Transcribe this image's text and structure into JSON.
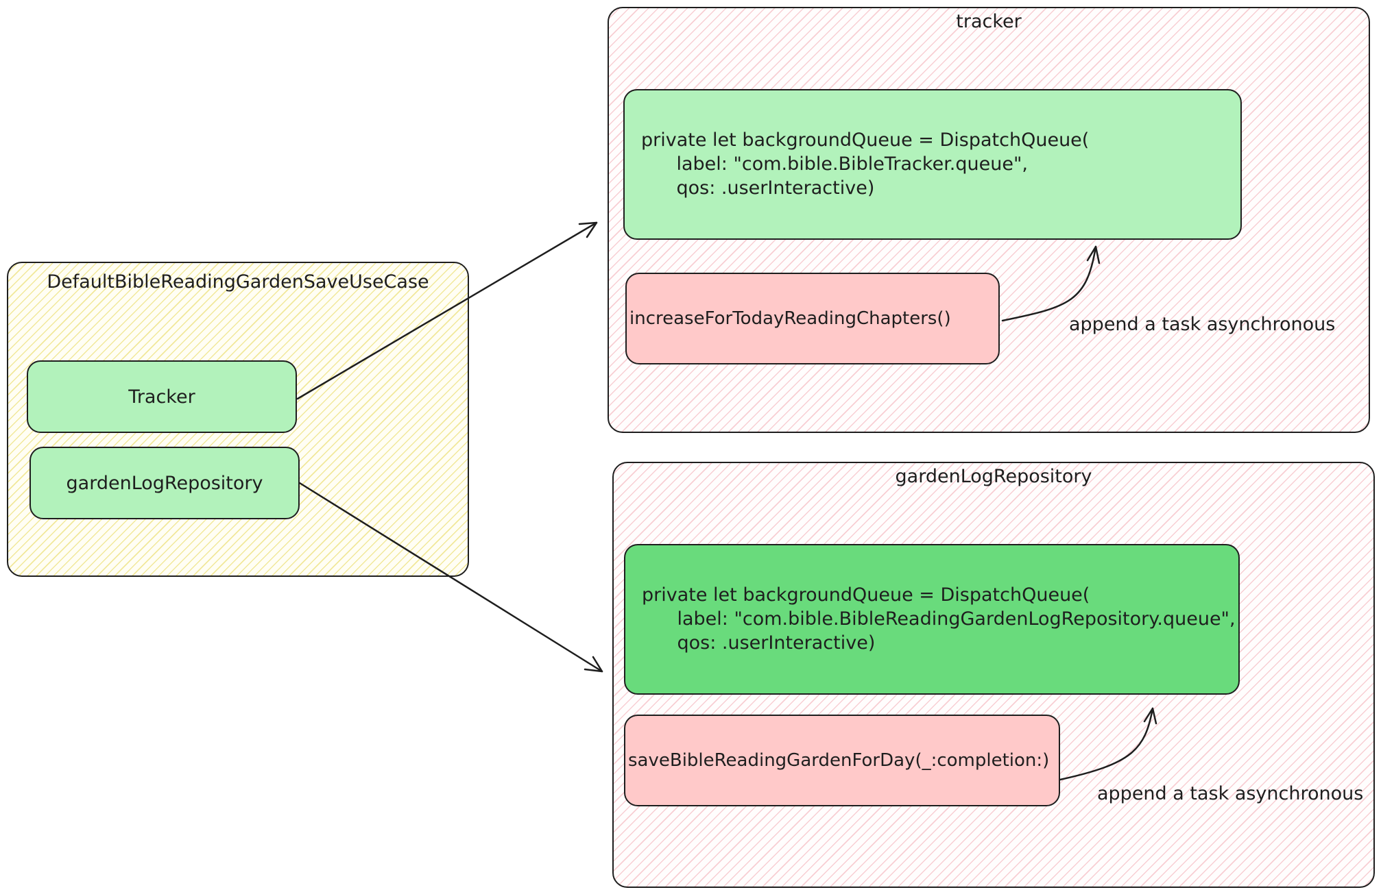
{
  "usecase": {
    "title": "DefaultBibleReadingGardenSaveUseCase",
    "items": [
      "Tracker",
      "gardenLogRepository"
    ]
  },
  "tracker": {
    "title": "tracker",
    "code_lines": [
      "private let backgroundQueue = DispatchQueue(",
      "      label: \"com.bible.BibleTracker.queue\",",
      "      qos: .userInteractive)"
    ],
    "method": "increaseForTodayReadingChapters()",
    "note": "append a task asynchronous"
  },
  "repository": {
    "title": "gardenLogRepository",
    "code_lines": [
      "private let backgroundQueue = DispatchQueue(",
      "      label: \"com.bible.BibleReadingGardenLogRepository.queue\",",
      "      qos: .userInteractive)"
    ],
    "method": "saveBibleReadingGardenForDay(_:completion:)",
    "note": "append a task asynchronous"
  },
  "colors": {
    "green_light": "#b2f2bb",
    "green_dark": "#69db7c",
    "pink": "#ffc9c9",
    "yellow_hatch": "#e6d650",
    "stroke": "#1e1e1e"
  }
}
